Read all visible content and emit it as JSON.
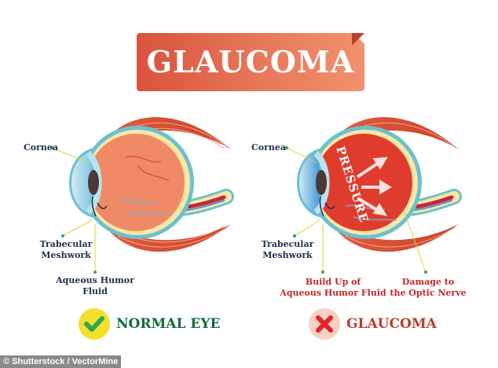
{
  "title": "GLAUCOMA",
  "colors": {
    "banner_start": "#d9533b",
    "banner_end": "#f0916d",
    "label_dark": "#1b2f4f",
    "label_red": "#c0282a",
    "normal_green": "#0f6b3a",
    "check_circle": "#f2e02c",
    "check_mark": "#2fa84f",
    "cross_circle": "#f9cfc4",
    "cross_mark": "#e0262c"
  },
  "normal_eye": {
    "labels": {
      "cornea": "Cornea",
      "trabecular_1": "Trabecular",
      "trabecular_2": "Meshwork",
      "aqueous_1": "Aqueous Humor",
      "aqueous_2": "Fluid"
    },
    "status": {
      "icon": "check-icon",
      "text": "NORMAL EYE"
    }
  },
  "glaucoma_eye": {
    "pressure_text": "PRESSURE",
    "labels": {
      "cornea": "Cornea",
      "trabecular_1": "Trabecular",
      "trabecular_2": "Meshwork",
      "buildup_1": "Build Up of",
      "buildup_2": "Aqueous Humor Fluid",
      "damage_1": "Damage to",
      "damage_2": "the Optic Nerve"
    },
    "status": {
      "icon": "cross-icon",
      "text": "GLAUCOMA"
    }
  },
  "credit": "© Shutterstock / VectorMine"
}
